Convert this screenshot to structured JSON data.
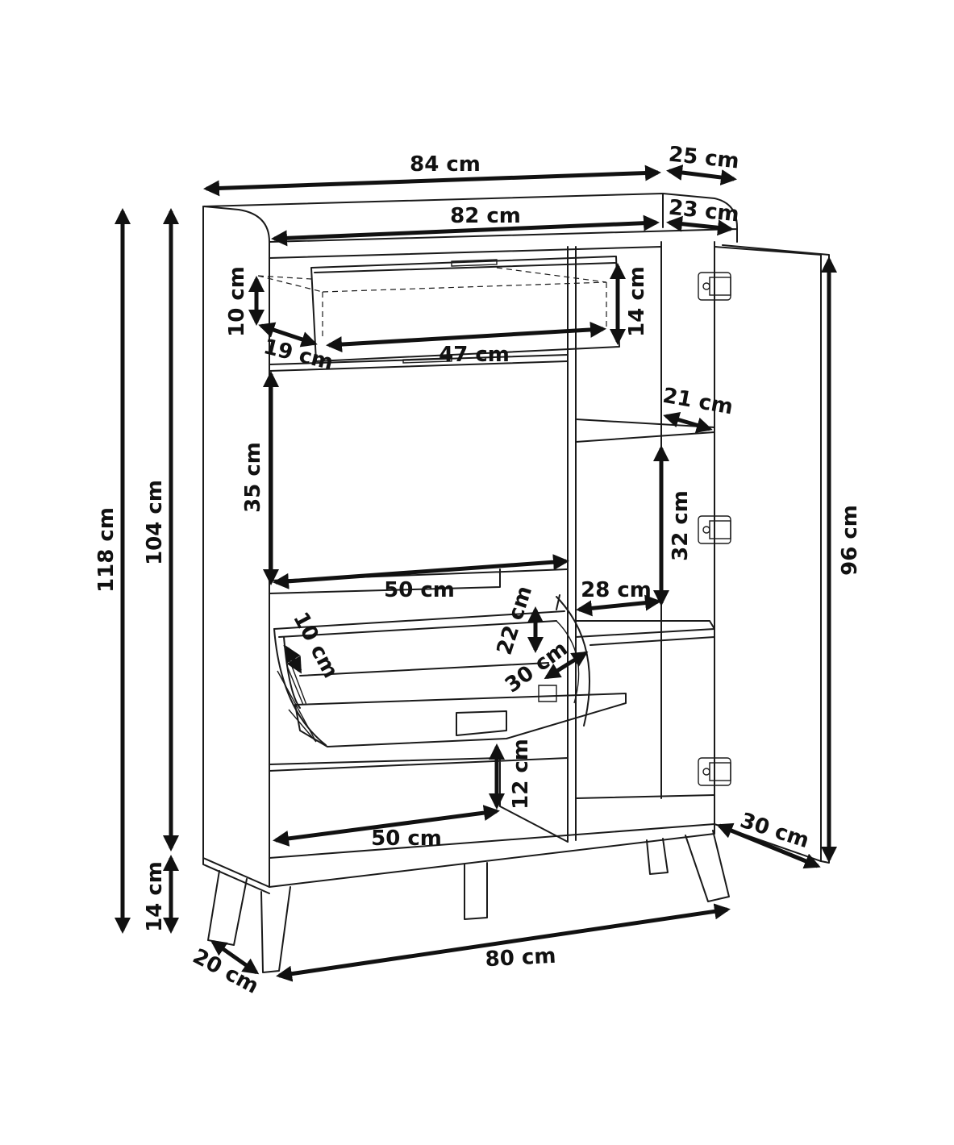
{
  "colors": {
    "line": "#1a1a1a",
    "dimension": "#111111",
    "background": "#ffffff"
  },
  "dimensions": {
    "overall_width": "84 cm",
    "top_depth": "25 cm",
    "inner_width": "82 cm",
    "inner_depth": "23 cm",
    "drawer_height_inner": "10 cm",
    "drawer_height_outer": "14 cm",
    "drawer_depth": "19 cm",
    "drawer_width": "47 cm",
    "shelf_depth": "21 cm",
    "compartment_height": "35 cm",
    "shelf_spacing": "32 cm",
    "compartment_width": "50 cm",
    "shelf_width": "28 cm",
    "flap_shelf_height": "22 cm",
    "flap_depth_left": "10 cm",
    "flap_depth_right": "30 cm",
    "bottom_height": "12 cm",
    "bottom_width": "50 cm",
    "overall_height": "118 cm",
    "body_height": "104 cm",
    "leg_height": "14 cm",
    "door_height": "96 cm",
    "door_width": "30 cm",
    "leg_depth": "20 cm",
    "leg_span": "80 cm"
  }
}
